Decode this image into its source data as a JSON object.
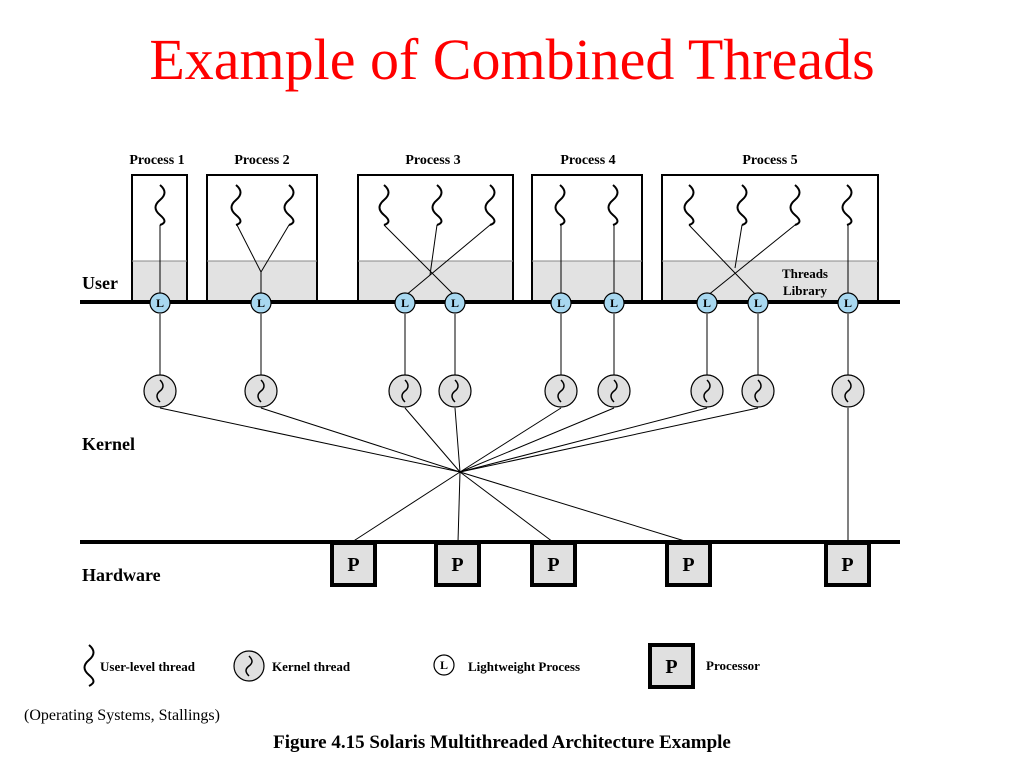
{
  "title": "Example of Combined Threads",
  "processes": [
    {
      "label": "Process 1"
    },
    {
      "label": "Process 2"
    },
    {
      "label": "Process 3"
    },
    {
      "label": "Process 4"
    },
    {
      "label": "Process 5"
    }
  ],
  "threads_library": {
    "line1": "Threads",
    "line2": "Library"
  },
  "layers": {
    "user": "User",
    "kernel": "Kernel",
    "hardware": "Hardware"
  },
  "lwp_letter": "L",
  "processor_letter": "P",
  "legend": {
    "user_thread": "User-level thread",
    "kernel_thread": "Kernel thread",
    "lwp": "Lightweight Process",
    "processor": "Processor"
  },
  "citation": "(Operating Systems, Stallings)",
  "caption": "Figure 4.15   Solaris Multithreaded Architecture Example",
  "colors": {
    "title": "#ff0000",
    "lwp_fill": "#a8d8f0",
    "library_fill": "#e2e2e2",
    "kernel_fill": "#e0e0e0"
  }
}
